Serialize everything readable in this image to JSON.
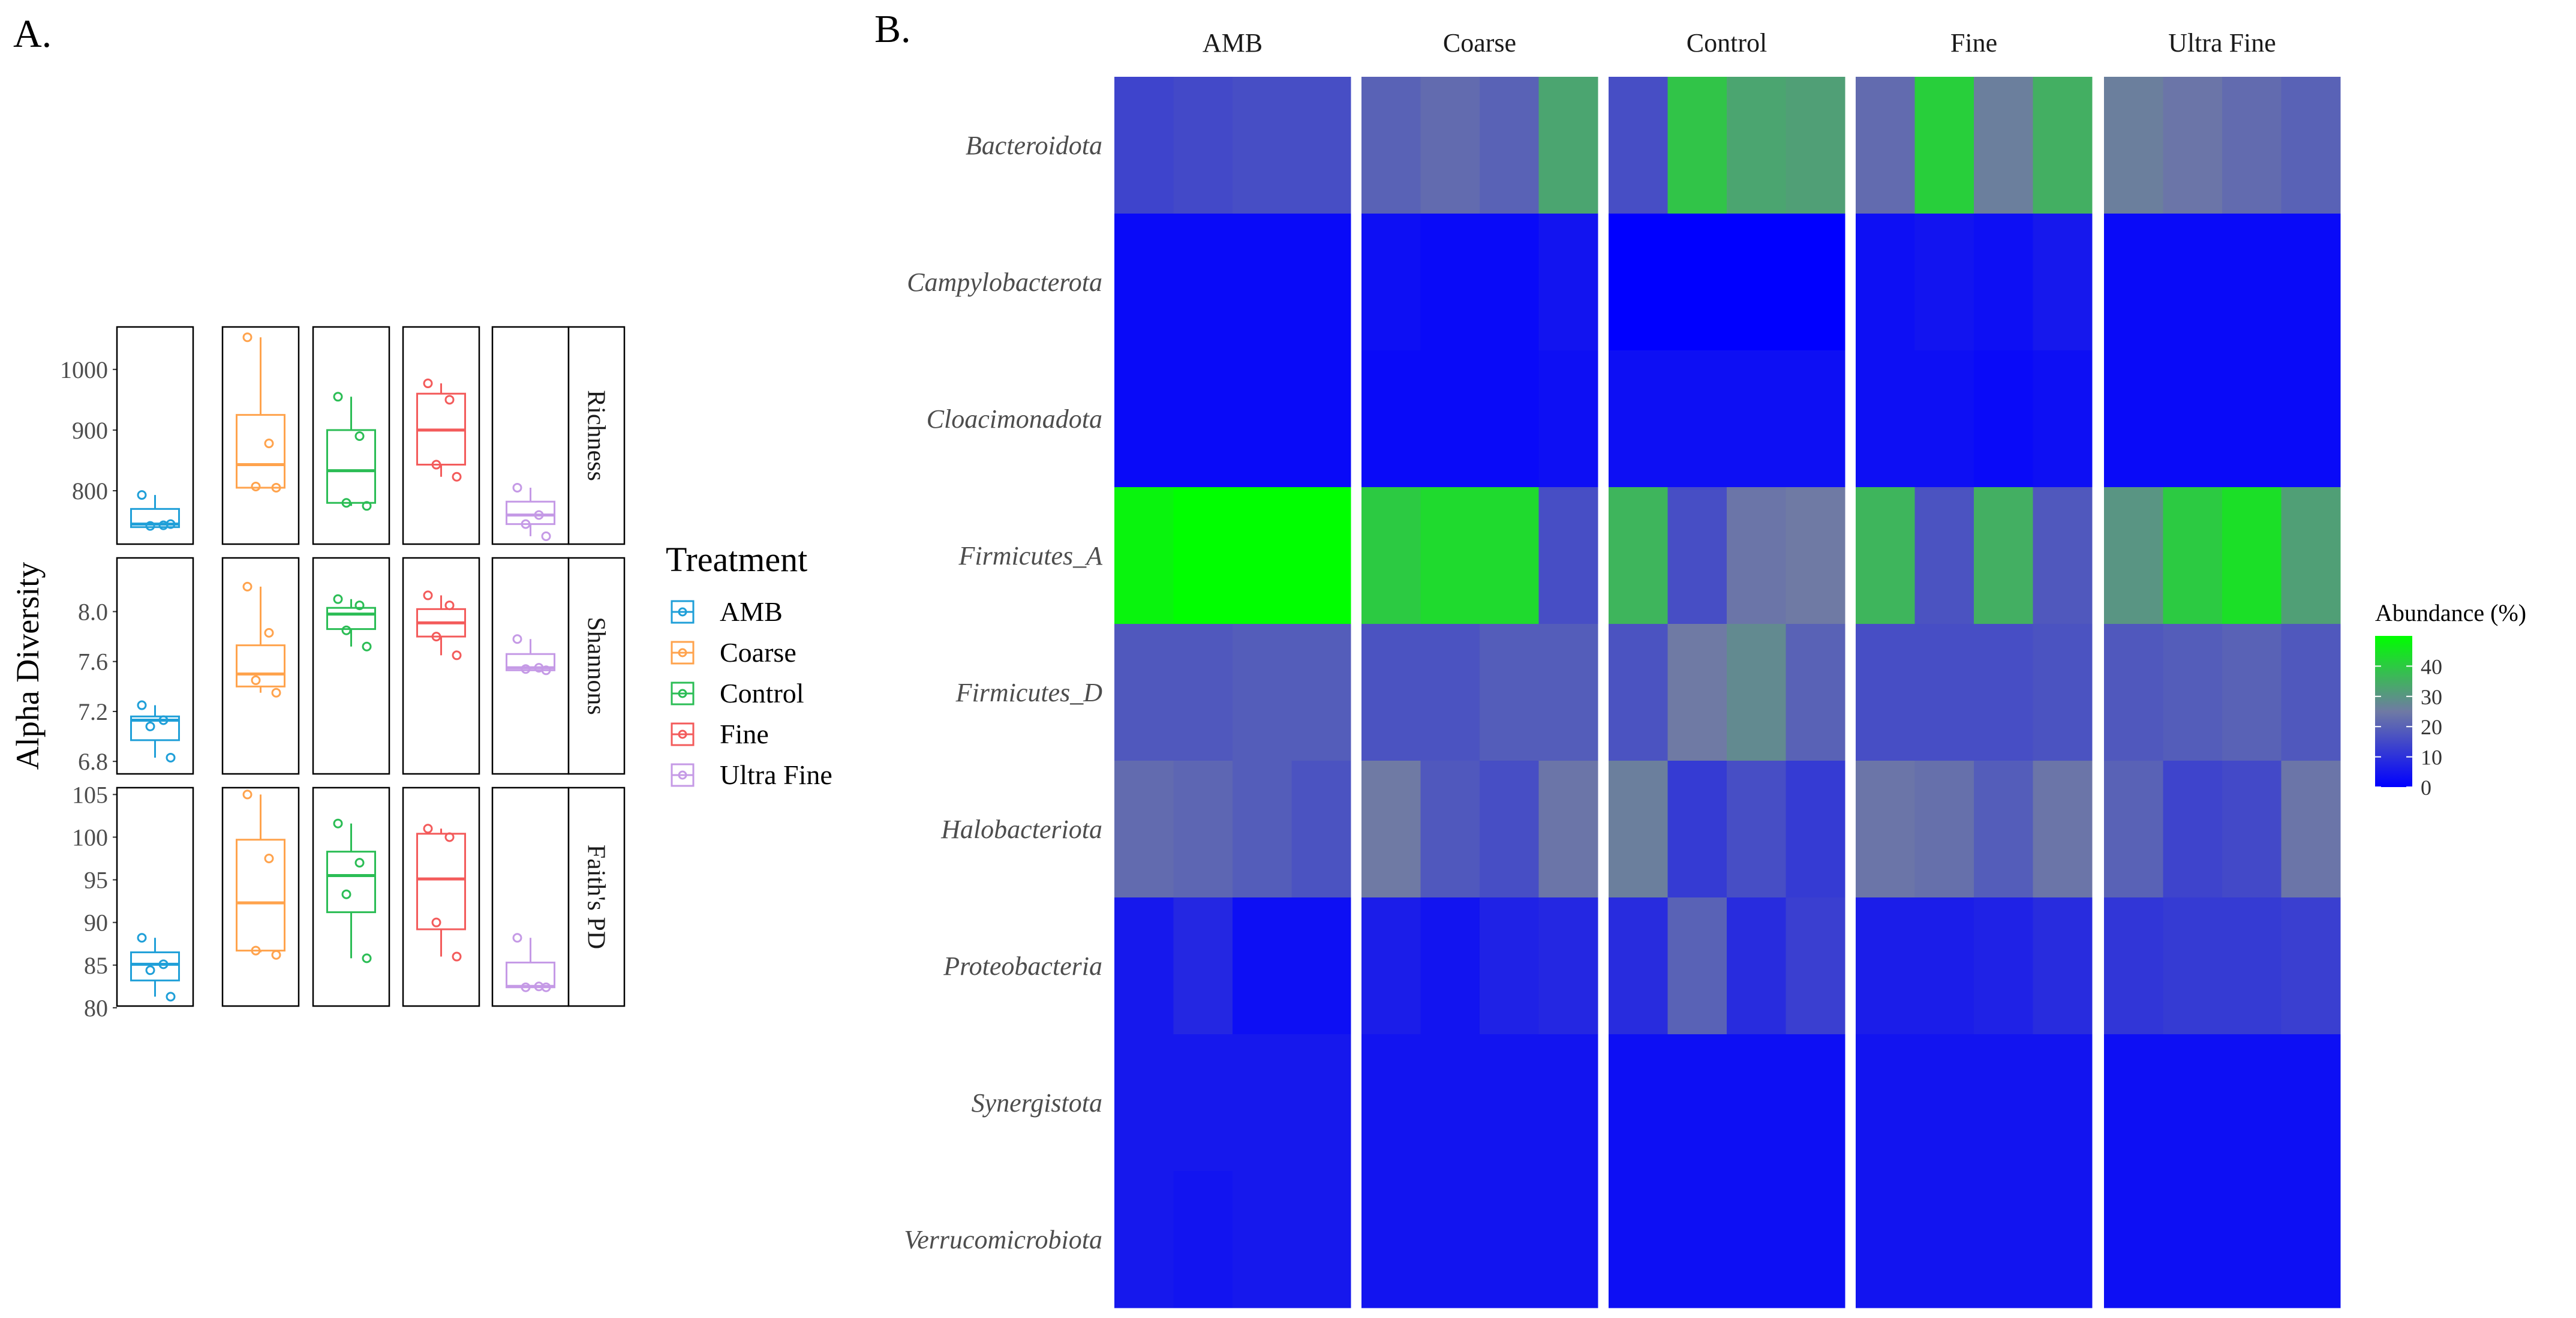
{
  "panels": {
    "a_label": "A.",
    "b_label": "B."
  },
  "chart_data": [
    {
      "type": "box",
      "panel": "A.",
      "ylabel": "Alpha Diversity",
      "groups": [
        "AMB",
        "Coarse",
        "Control",
        "Fine",
        "Ultra Fine"
      ],
      "legend": {
        "title": "Treatment",
        "position": "right",
        "items": [
          "AMB",
          "Coarse",
          "Control",
          "Fine",
          "Ultra Fine"
        ]
      },
      "colors": {
        "AMB": "#1f9fd8",
        "Coarse": "#ffa34d",
        "Control": "#2bbd55",
        "Fine": "#f35b5b",
        "Ultra Fine": "#c59ae6"
      },
      "facets": [
        {
          "name": "Richness",
          "ylim": [
            712,
            1070
          ],
          "ticks": [
            800,
            900,
            1000
          ],
          "tick_labels": [
            "800",
            "900",
            "1000"
          ],
          "boxes": [
            {
              "group": "AMB",
              "q1": 740,
              "median": 745,
              "q3": 770,
              "min": 740,
              "max": 793,
              "points": [
                793,
                743,
                742,
                745
              ]
            },
            {
              "group": "Coarse",
              "q1": 805,
              "median": 843,
              "q3": 925,
              "min": 805,
              "max": 1053,
              "points": [
                1053,
                878,
                807,
                805
              ]
            },
            {
              "group": "Control",
              "q1": 780,
              "median": 833,
              "q3": 900,
              "min": 775,
              "max": 955,
              "points": [
                955,
                890,
                780,
                775
              ]
            },
            {
              "group": "Fine",
              "q1": 843,
              "median": 900,
              "q3": 960,
              "min": 823,
              "max": 977,
              "points": [
                977,
                950,
                843,
                823
              ]
            },
            {
              "group": "Ultra Fine",
              "q1": 745,
              "median": 760,
              "q3": 782,
              "min": 725,
              "max": 805,
              "points": [
                805,
                760,
                745,
                725
              ]
            }
          ]
        },
        {
          "name": "Shannons",
          "ylim": [
            6.7,
            8.43
          ],
          "ticks": [
            6.8,
            7.2,
            7.6,
            8.0
          ],
          "tick_labels": [
            "6.8",
            "7.2",
            "7.6",
            "8.0"
          ],
          "boxes": [
            {
              "group": "AMB",
              "q1": 6.97,
              "median": 7.13,
              "q3": 7.16,
              "min": 6.83,
              "max": 7.25,
              "points": [
                7.25,
                7.13,
                7.08,
                6.83
              ]
            },
            {
              "group": "Coarse",
              "q1": 7.4,
              "median": 7.5,
              "q3": 7.73,
              "min": 7.35,
              "max": 8.2,
              "points": [
                8.2,
                7.83,
                7.45,
                7.35
              ]
            },
            {
              "group": "Control",
              "q1": 7.86,
              "median": 7.98,
              "q3": 8.03,
              "min": 7.72,
              "max": 8.1,
              "points": [
                8.1,
                8.05,
                7.85,
                7.72
              ]
            },
            {
              "group": "Fine",
              "q1": 7.8,
              "median": 7.91,
              "q3": 8.02,
              "min": 7.65,
              "max": 8.13,
              "points": [
                8.13,
                8.05,
                7.8,
                7.65
              ]
            },
            {
              "group": "Ultra Fine",
              "q1": 7.53,
              "median": 7.55,
              "q3": 7.66,
              "min": 7.53,
              "max": 7.78,
              "points": [
                7.78,
                7.55,
                7.54,
                7.53
              ]
            }
          ]
        },
        {
          "name": "Faith's PD",
          "ylim": [
            80.2,
            105.8
          ],
          "ticks": [
            80,
            85,
            90,
            95,
            100,
            105
          ],
          "tick_labels": [
            "80",
            "85",
            "90",
            "95",
            "100",
            "105"
          ],
          "boxes": [
            {
              "group": "AMB",
              "q1": 83.2,
              "median": 85.1,
              "q3": 86.5,
              "min": 81.3,
              "max": 88.2,
              "points": [
                88.2,
                85.1,
                84.4,
                81.3
              ]
            },
            {
              "group": "Coarse",
              "q1": 86.7,
              "median": 92.3,
              "q3": 99.7,
              "min": 86.5,
              "max": 105.0,
              "points": [
                105.0,
                97.5,
                86.7,
                86.2
              ]
            },
            {
              "group": "Control",
              "q1": 91.2,
              "median": 95.5,
              "q3": 98.3,
              "min": 85.8,
              "max": 101.6,
              "points": [
                101.6,
                97.0,
                93.3,
                85.8
              ]
            },
            {
              "group": "Fine",
              "q1": 89.2,
              "median": 95.1,
              "q3": 100.4,
              "min": 86.0,
              "max": 101.0,
              "points": [
                101.0,
                100.0,
                90.0,
                86.0
              ]
            },
            {
              "group": "Ultra Fine",
              "q1": 82.4,
              "median": 82.5,
              "q3": 85.3,
              "min": 82.4,
              "max": 88.2,
              "points": [
                88.2,
                82.5,
                82.4,
                82.4
              ]
            }
          ]
        }
      ]
    },
    {
      "type": "heatmap",
      "panel": "B.",
      "columns_per_group": 4,
      "groups": [
        "AMB",
        "Coarse",
        "Control",
        "Fine",
        "Ultra Fine"
      ],
      "rows": [
        "Bacteroidota",
        "Campylobacterota",
        "Cloacimonadota",
        "Firmicutes_A",
        "Firmicutes_D",
        "Halobacteriota",
        "Proteobacteria",
        "Synergistota",
        "Verrucomicrobiota"
      ],
      "values": [
        [
          14,
          15,
          16,
          16,
          20,
          22,
          20,
          33,
          16,
          39,
          33,
          32,
          22,
          41,
          26,
          35,
          26,
          24,
          22,
          20
        ],
        [
          2,
          2,
          2,
          2,
          3,
          2,
          2,
          4,
          0,
          0,
          0,
          0,
          3,
          4,
          3,
          5,
          2,
          2,
          2,
          2
        ],
        [
          2,
          2,
          2,
          2,
          2,
          2,
          2,
          3,
          3,
          3,
          3,
          3,
          3,
          3,
          2,
          3,
          2,
          2,
          2,
          2
        ],
        [
          48,
          50,
          50,
          50,
          40,
          43,
          43,
          16,
          36,
          16,
          24,
          25,
          36,
          17,
          35,
          18,
          30,
          40,
          44,
          32
        ],
        [
          18,
          18,
          19,
          19,
          17,
          17,
          19,
          19,
          17,
          25,
          28,
          20,
          16,
          16,
          16,
          17,
          18,
          19,
          20,
          18
        ],
        [
          22,
          21,
          19,
          17,
          25,
          18,
          16,
          24,
          26,
          12,
          16,
          12,
          24,
          23,
          19,
          24,
          20,
          14,
          15,
          24
        ],
        [
          5,
          8,
          3,
          3,
          6,
          4,
          7,
          8,
          9,
          20,
          9,
          13,
          6,
          6,
          7,
          9,
          11,
          12,
          12,
          13
        ],
        [
          5,
          5,
          5,
          5,
          4,
          4,
          4,
          4,
          3,
          3,
          3,
          3,
          4,
          4,
          4,
          4,
          3,
          3,
          3,
          3
        ],
        [
          5,
          4,
          5,
          5,
          4,
          4,
          4,
          4,
          3,
          3,
          3,
          3,
          4,
          4,
          4,
          4,
          3,
          3,
          3,
          3
        ]
      ],
      "color_scale": {
        "low": "#0000ff",
        "mid": "#6f7aa4",
        "high": "#00ff00",
        "domain": [
          0,
          50
        ]
      },
      "legend": {
        "title": "Abundance (%)",
        "position": "right",
        "ticks": [
          0,
          10,
          20,
          30,
          40
        ],
        "tick_labels": [
          "0",
          "10",
          "20",
          "30",
          "40"
        ]
      }
    }
  ]
}
